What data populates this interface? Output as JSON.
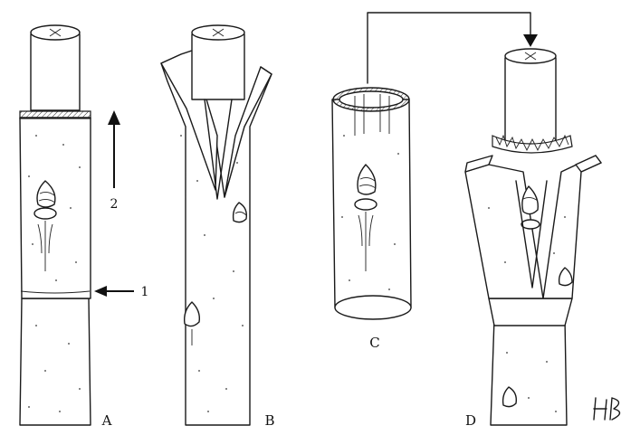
{
  "labels": {
    "A": "A",
    "B": "B",
    "C": "C",
    "D": "D"
  },
  "callouts": {
    "one": "1",
    "two": "2"
  },
  "signature_monogram": "HB"
}
